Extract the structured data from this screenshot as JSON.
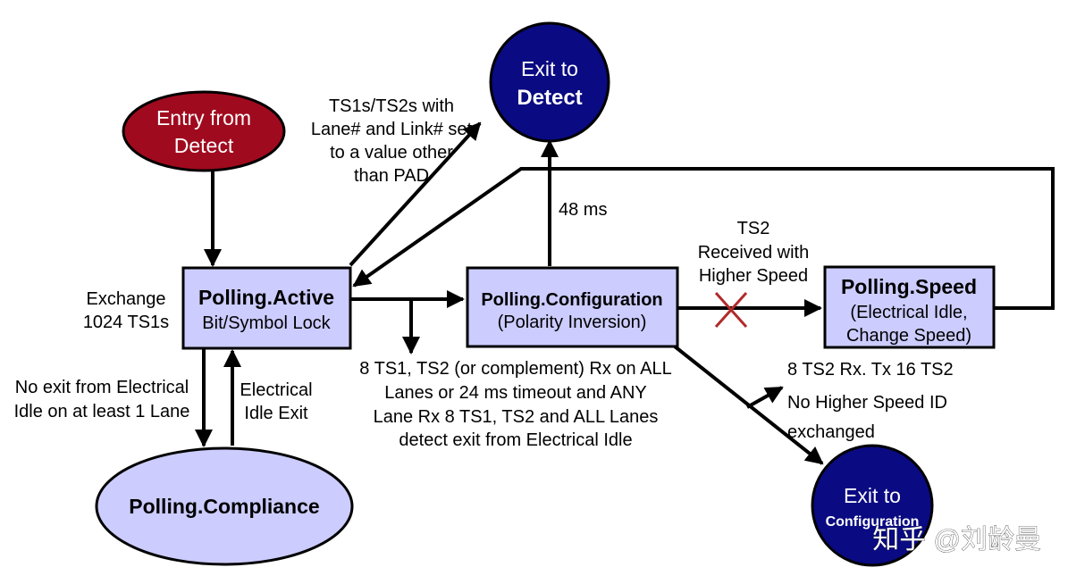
{
  "colors": {
    "state_fill": "#ccccff",
    "exit_fill": "#0a0a82",
    "entry_fill": "#a00a1e",
    "cross": "#b22a2a",
    "line": "#000000",
    "watermark": "#ffffff"
  },
  "nodes": {
    "entry": {
      "line1": "Entry from",
      "line2": "Detect"
    },
    "exit_detect": {
      "line1": "Exit to",
      "line2": "Detect"
    },
    "exit_config": {
      "line1": "Exit to",
      "line2": "Configuration"
    },
    "active": {
      "title": "Polling.Active",
      "subtitle": "Bit/Symbol Lock"
    },
    "configuration": {
      "title": "Polling.Configuration",
      "subtitle": "(Polarity Inversion)"
    },
    "speed": {
      "title": "Polling.Speed",
      "line2": "(Electrical Idle,",
      "line3": "Change Speed)"
    },
    "compliance": {
      "title": "Polling.Compliance"
    }
  },
  "labels": {
    "ts1s": [
      "TS1s/TS2s with",
      "Lane# and Link# set",
      "to a value other",
      "than PAD"
    ],
    "exchange": [
      "Exchange",
      "1024 TS1s"
    ],
    "ms48": "48 ms",
    "ts2_higher": [
      "TS2",
      "Received with",
      "Higher Speed"
    ],
    "no_exit": [
      "No exit from Electrical",
      "Idle on at least 1 Lane"
    ],
    "idle_exit": [
      "Electrical",
      "Idle Exit"
    ],
    "condition": [
      "8 TS1, TS2 (or complement) Rx on ALL",
      "Lanes or 24 ms timeout and ANY",
      "Lane Rx 8 TS1, TS2 and ALL Lanes",
      "detect exit from Electrical Idle"
    ],
    "ts2_rx": "8 TS2 Rx. Tx 16 TS2",
    "no_higher": "No Higher Speed ID",
    "exchanged": "exchanged"
  },
  "watermark": "知乎 @刘龄曼"
}
